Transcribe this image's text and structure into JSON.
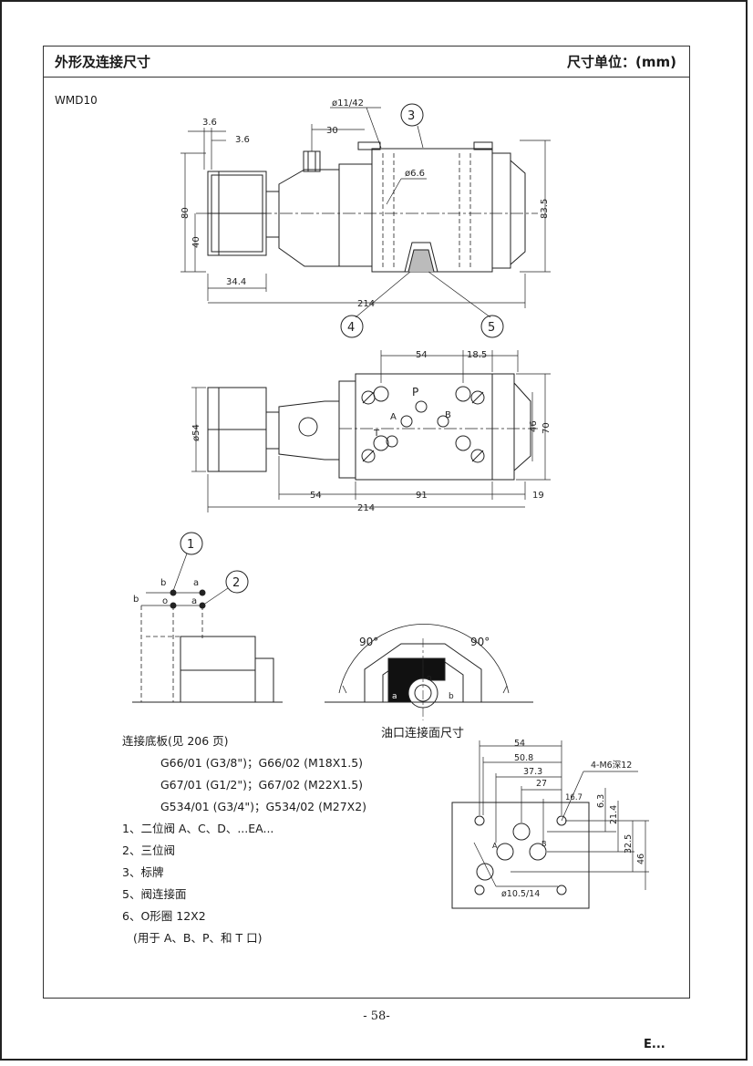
{
  "header": {
    "title": "外形及连接尺寸",
    "unit": "尺寸单位：(mm)"
  },
  "model": "WMD10",
  "front_view": {
    "dims": [
      "3.6",
      "3.6",
      "ø11/42",
      "30",
      "ø6.6",
      "80",
      "40",
      "83.5",
      "34.4",
      "214"
    ],
    "callouts": [
      "3",
      "4",
      "5"
    ]
  },
  "top_view": {
    "dims": [
      "54",
      "18.5",
      "ø54",
      "46",
      "70",
      "54",
      "91",
      "19",
      "214"
    ],
    "ports": [
      "P",
      "A",
      "B",
      "T"
    ]
  },
  "detail_view": {
    "labels": [
      "b",
      "a",
      "b",
      "o",
      "a"
    ],
    "callouts": [
      "1",
      "2"
    ]
  },
  "rotation_view": {
    "angles": [
      "90°",
      "90°"
    ],
    "labels": [
      "o",
      "a",
      "b"
    ]
  },
  "caption": "油口连接面尺寸",
  "port_face": {
    "dims": [
      "54",
      "50.8",
      "37.3",
      "27",
      "16.7",
      "4-M6深12",
      "6.3",
      "21.4",
      "32.5",
      "46",
      "ø10.5/14"
    ],
    "ports": [
      "A",
      "B"
    ]
  },
  "notes": {
    "subplate_title": "连接底板(见 206 页)",
    "subplates": [
      "G66/01 (G3/8\")；G66/02 (M18X1.5)",
      "G67/01 (G1/2\")；G67/02 (M22X1.5)",
      "G534/01 (G3/4\")；G534/02 (M27X2)"
    ],
    "items": [
      "1、二位阀 A、C、D、...EA...",
      "2、三位阀",
      "3、标牌",
      "5、阀连接面",
      "6、O形圈 12X2"
    ],
    "o_ring_use": "(用于 A、B、P、和 T 口)"
  },
  "page_number": "- 58-",
  "footer_mark": "E..."
}
